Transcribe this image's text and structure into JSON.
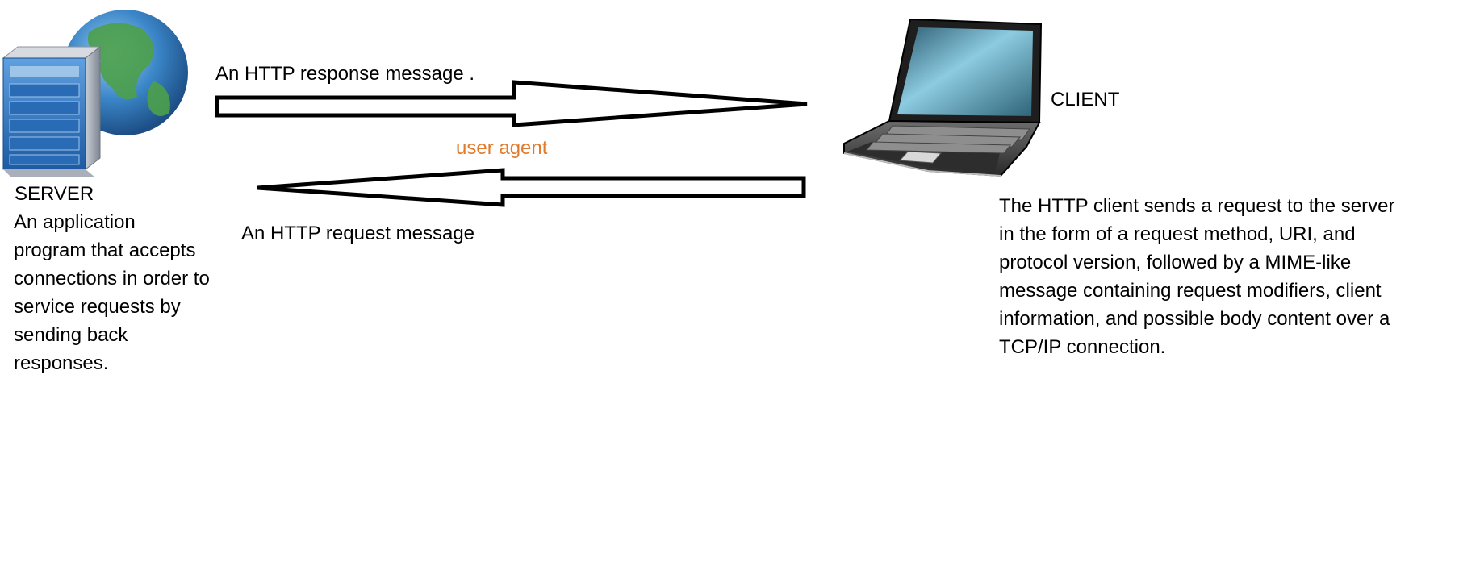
{
  "server": {
    "label": "SERVER",
    "description": "An application program that accepts connections in order to service requests by sending back responses.",
    "icon": "server-globe-icon"
  },
  "client": {
    "label": "CLIENT",
    "description": "The HTTP client sends a request to the server in the form of a request method, URI, and protocol version, followed by a MIME-like message containing request modifiers, client information, and possible body content over a TCP/IP connection.",
    "icon": "laptop-icon"
  },
  "arrows": {
    "response_label": "An HTTP response message .",
    "request_label": "An HTTP request message",
    "user_agent_label": "user agent"
  },
  "colors": {
    "text": "#000000",
    "user_agent": "#E07B2E",
    "arrow_stroke": "#000000",
    "server_blue": "#2E6FB8",
    "globe_ocean": "#3B86C8",
    "globe_land": "#4CA04A",
    "laptop_body": "#3A3A3A",
    "laptop_screen": "#5FA3BF"
  }
}
